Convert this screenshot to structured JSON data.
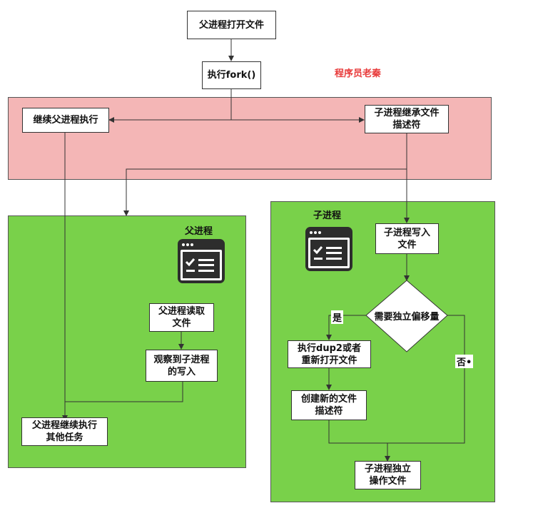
{
  "nodes": {
    "start": "父进程打开文件",
    "fork": "执行fork()",
    "parent_continue": "继续父进程执行",
    "child_inherit": "子进程继承文件\n描述符",
    "parent_read": "父进程读取\n文件",
    "parent_observe": "观察到子进程\n的写入",
    "parent_other": "父进程继续执行\n其他任务",
    "child_write": "子进程写入\n文件",
    "decision": "需要独立偏移量",
    "dup2": "执行dup2或者\n重新打开文件",
    "create_fd": "创建新的文件\n描述符",
    "child_independent": "子进程独立\n操作文件"
  },
  "labels": {
    "watermark": "程序员老秦",
    "parent_region": "父进程",
    "child_region": "子进程",
    "yes": "是",
    "no": "否•"
  },
  "colors": {
    "fork_region": "#f4b6b6",
    "process_region": "#79d14a",
    "watermark": "#e83a3a",
    "icon": "#2d2d2d"
  },
  "icons": [
    "app-checklist-icon",
    "app-checklist-icon"
  ]
}
